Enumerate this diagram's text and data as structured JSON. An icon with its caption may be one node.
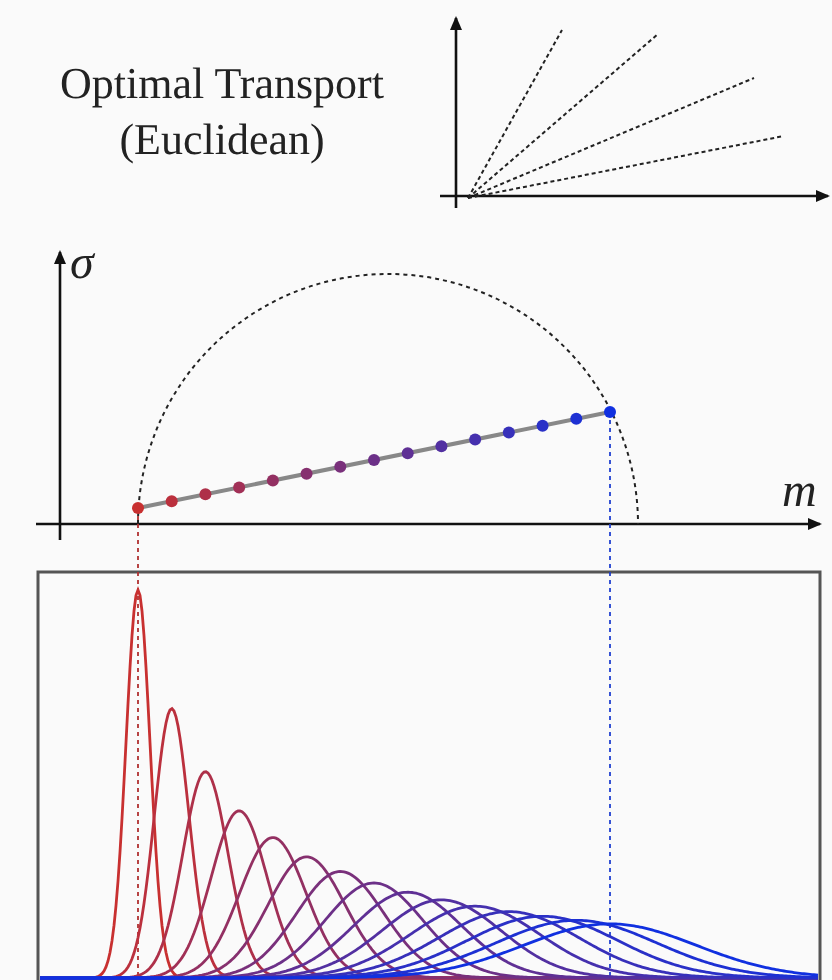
{
  "diagram": {
    "title": "Optimal Transport (Euclidean)",
    "labels": [
      "σ",
      "m"
    ]
  }
}
